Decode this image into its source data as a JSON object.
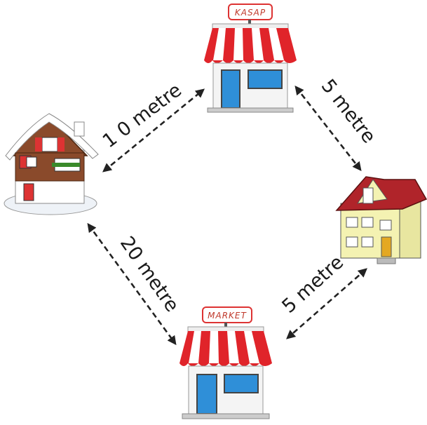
{
  "stores": {
    "butcher_sign": "KASAP",
    "market_sign": "MARKET"
  },
  "distances": {
    "chalet_to_butcher": "1 0 metre",
    "butcher_to_house": "5 metre",
    "market_to_house": "5 metre",
    "chalet_to_market": "20 metre"
  },
  "colors": {
    "awning_red": "#e0242a",
    "chalet_wood": "#8a4a2b",
    "house_wall": "#f4f2b2",
    "house_roof": "#b0242a",
    "window_blue": "#2f8fd8"
  }
}
